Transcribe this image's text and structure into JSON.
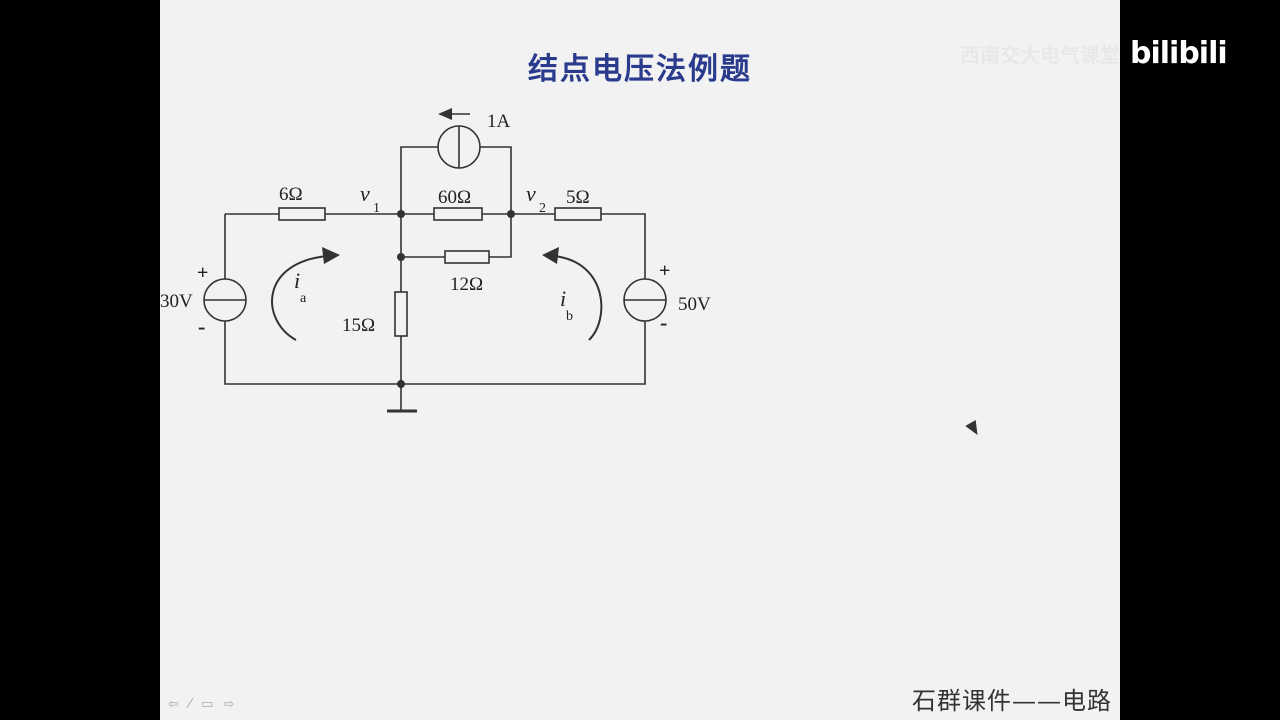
{
  "slide": {
    "title": "结点电压法例题",
    "footer": "石群课件——电路"
  },
  "circuit": {
    "current_source": "1A",
    "r_6": "6Ω",
    "r_60": "60Ω",
    "r_5": "5Ω",
    "r_12": "12Ω",
    "r_15": "15Ω",
    "v_left": "30V",
    "v_right": "50V",
    "node_v1": "v",
    "node_v1_sub": "1",
    "node_v2": "v",
    "node_v2_sub": "2",
    "loop_a": "i",
    "loop_a_sub": "a",
    "loop_b": "i",
    "loop_b_sub": "b",
    "plus": "+",
    "minus": "-"
  },
  "nav": {
    "prev": "⇦",
    "pen": "⁄",
    "menu": "▭",
    "next": "⇨"
  },
  "watermark": {
    "text": "西南交大电气课堂",
    "logo": "bilibili"
  }
}
